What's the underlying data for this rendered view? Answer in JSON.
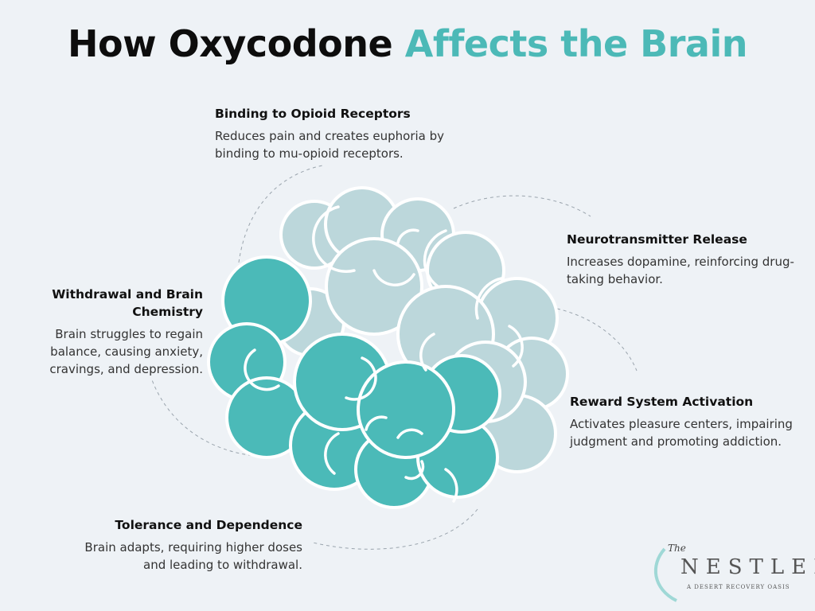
{
  "title": {
    "part1": "How Oxycodone ",
    "part2": "Affects the Brain"
  },
  "colors": {
    "accent": "#4cb9b7",
    "light_lobe": "#bcd7db",
    "background": "#eef2f6"
  },
  "sections": [
    {
      "heading": "Binding to Opioid Receptors",
      "text": "Reduces pain and creates euphoria by binding to mu-opioid receptors."
    },
    {
      "heading": "Neurotransmitter Release",
      "text": "Increases dopamine, reinforcing drug-taking behavior."
    },
    {
      "heading": "Reward System Activation",
      "text": "Activates pleasure centers, impairing judgment and promoting addiction."
    },
    {
      "heading": "Tolerance and Dependence",
      "text": "Brain adapts, requiring higher doses and leading to withdrawal."
    },
    {
      "heading": "Withdrawal and Brain Chemistry",
      "text": "Brain struggles to regain balance, causing anxiety, cravings, and depression."
    }
  ],
  "logo": {
    "the": "The",
    "name": "NESTLED",
    "tagline": "A DESERT RECOVERY OASIS"
  }
}
